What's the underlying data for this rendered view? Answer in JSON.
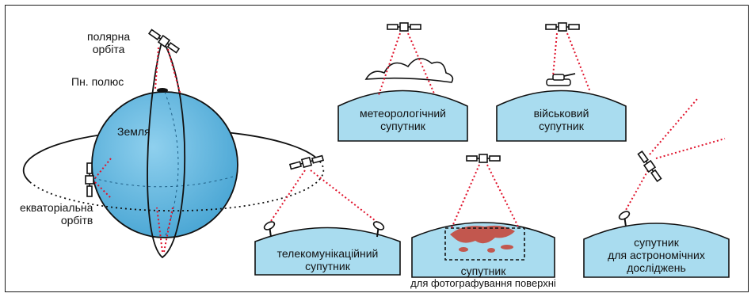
{
  "labels": {
    "polar_orbit": [
      "полярна",
      "орбіта"
    ],
    "north_pole": "Пн. полюс",
    "earth": "Земля",
    "equatorial_orbit": [
      "екваторіальна",
      "орбітв"
    ],
    "meteorological": [
      "метеорологічний",
      "супутник"
    ],
    "military": [
      "військовий",
      "супутник"
    ],
    "telecom": [
      "телекомунікаційний",
      "супутник"
    ],
    "photo": [
      "супутник"
    ],
    "photo_caption": "для фотографування поверхні",
    "astronomy": [
      "супутник",
      "для астрономічних",
      "досліджень"
    ]
  },
  "colors": {
    "earth": "#5fb6df",
    "ground": "#a9dcef",
    "ray": "#e0122b",
    "land": "#c2574e"
  }
}
